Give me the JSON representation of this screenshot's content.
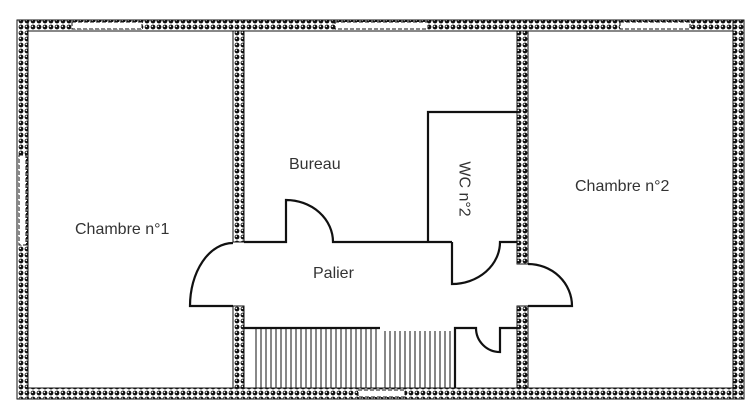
{
  "diagram": {
    "type": "floor-plan",
    "colors": {
      "wall": "#111111",
      "line": "#111111",
      "label": "#333333",
      "background": "#ffffff"
    },
    "rooms": [
      {
        "id": "chambre1",
        "label": "Chambre n°1"
      },
      {
        "id": "bureau",
        "label": "Bureau"
      },
      {
        "id": "wc2",
        "label": "WC n°2"
      },
      {
        "id": "chambre2",
        "label": "Chambre n°2"
      },
      {
        "id": "palier",
        "label": "Palier"
      }
    ],
    "features": {
      "windows": 5,
      "doors": 6,
      "staircase": "escalier"
    }
  }
}
